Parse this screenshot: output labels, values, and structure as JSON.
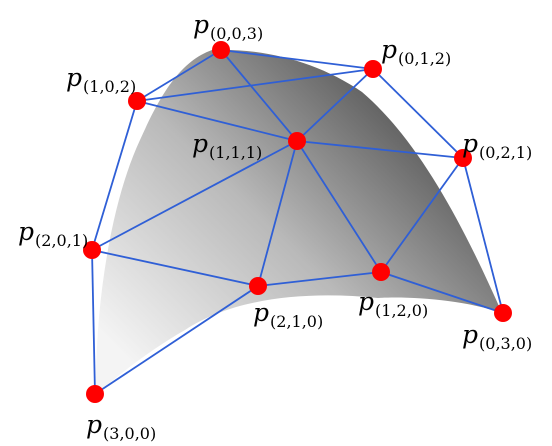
{
  "colors": {
    "edge": "#2f5fd6",
    "point": "#ff0000",
    "surface_light": "#f4f4f4",
    "surface_dark": "#3d3d3d",
    "background": "#ffffff"
  },
  "control_points": [
    {
      "id": "p003",
      "symbol": "p",
      "index": "(0,0,3)"
    },
    {
      "id": "p012",
      "symbol": "p",
      "index": "(0,1,2)"
    },
    {
      "id": "p102",
      "symbol": "p",
      "index": "(1,0,2)"
    },
    {
      "id": "p111",
      "symbol": "p",
      "index": "(1,1,1)"
    },
    {
      "id": "p021",
      "symbol": "p",
      "index": "(0,2,1)"
    },
    {
      "id": "p201",
      "symbol": "p",
      "index": "(2,0,1)"
    },
    {
      "id": "p210",
      "symbol": "p",
      "index": "(2,1,0)"
    },
    {
      "id": "p120",
      "symbol": "p",
      "index": "(1,2,0)"
    },
    {
      "id": "p030",
      "symbol": "p",
      "index": "(0,3,0)"
    },
    {
      "id": "p300",
      "symbol": "p",
      "index": "(3,0,0)"
    }
  ],
  "edges": [
    [
      "p003",
      "p012"
    ],
    [
      "p003",
      "p102"
    ],
    [
      "p003",
      "p111"
    ],
    [
      "p012",
      "p102"
    ],
    [
      "p012",
      "p111"
    ],
    [
      "p012",
      "p021"
    ],
    [
      "p102",
      "p111"
    ],
    [
      "p102",
      "p201"
    ],
    [
      "p111",
      "p021"
    ],
    [
      "p111",
      "p201"
    ],
    [
      "p111",
      "p210"
    ],
    [
      "p111",
      "p120"
    ],
    [
      "p021",
      "p120"
    ],
    [
      "p021",
      "p030"
    ],
    [
      "p201",
      "p210"
    ],
    [
      "p201",
      "p300"
    ],
    [
      "p210",
      "p120"
    ],
    [
      "p210",
      "p300"
    ],
    [
      "p120",
      "p030"
    ]
  ]
}
